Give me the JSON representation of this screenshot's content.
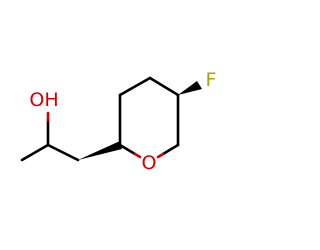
{
  "molecule": {
    "atoms": {
      "hydroxyl": {
        "label": "OH",
        "color": "#d40000"
      },
      "ring_oxygen": {
        "label": "O",
        "color": "#d40000"
      },
      "fluorine": {
        "label": "F",
        "color": "#a8a400"
      }
    },
    "stereo_bond_style": "wedge",
    "bond_color": "#000000"
  }
}
